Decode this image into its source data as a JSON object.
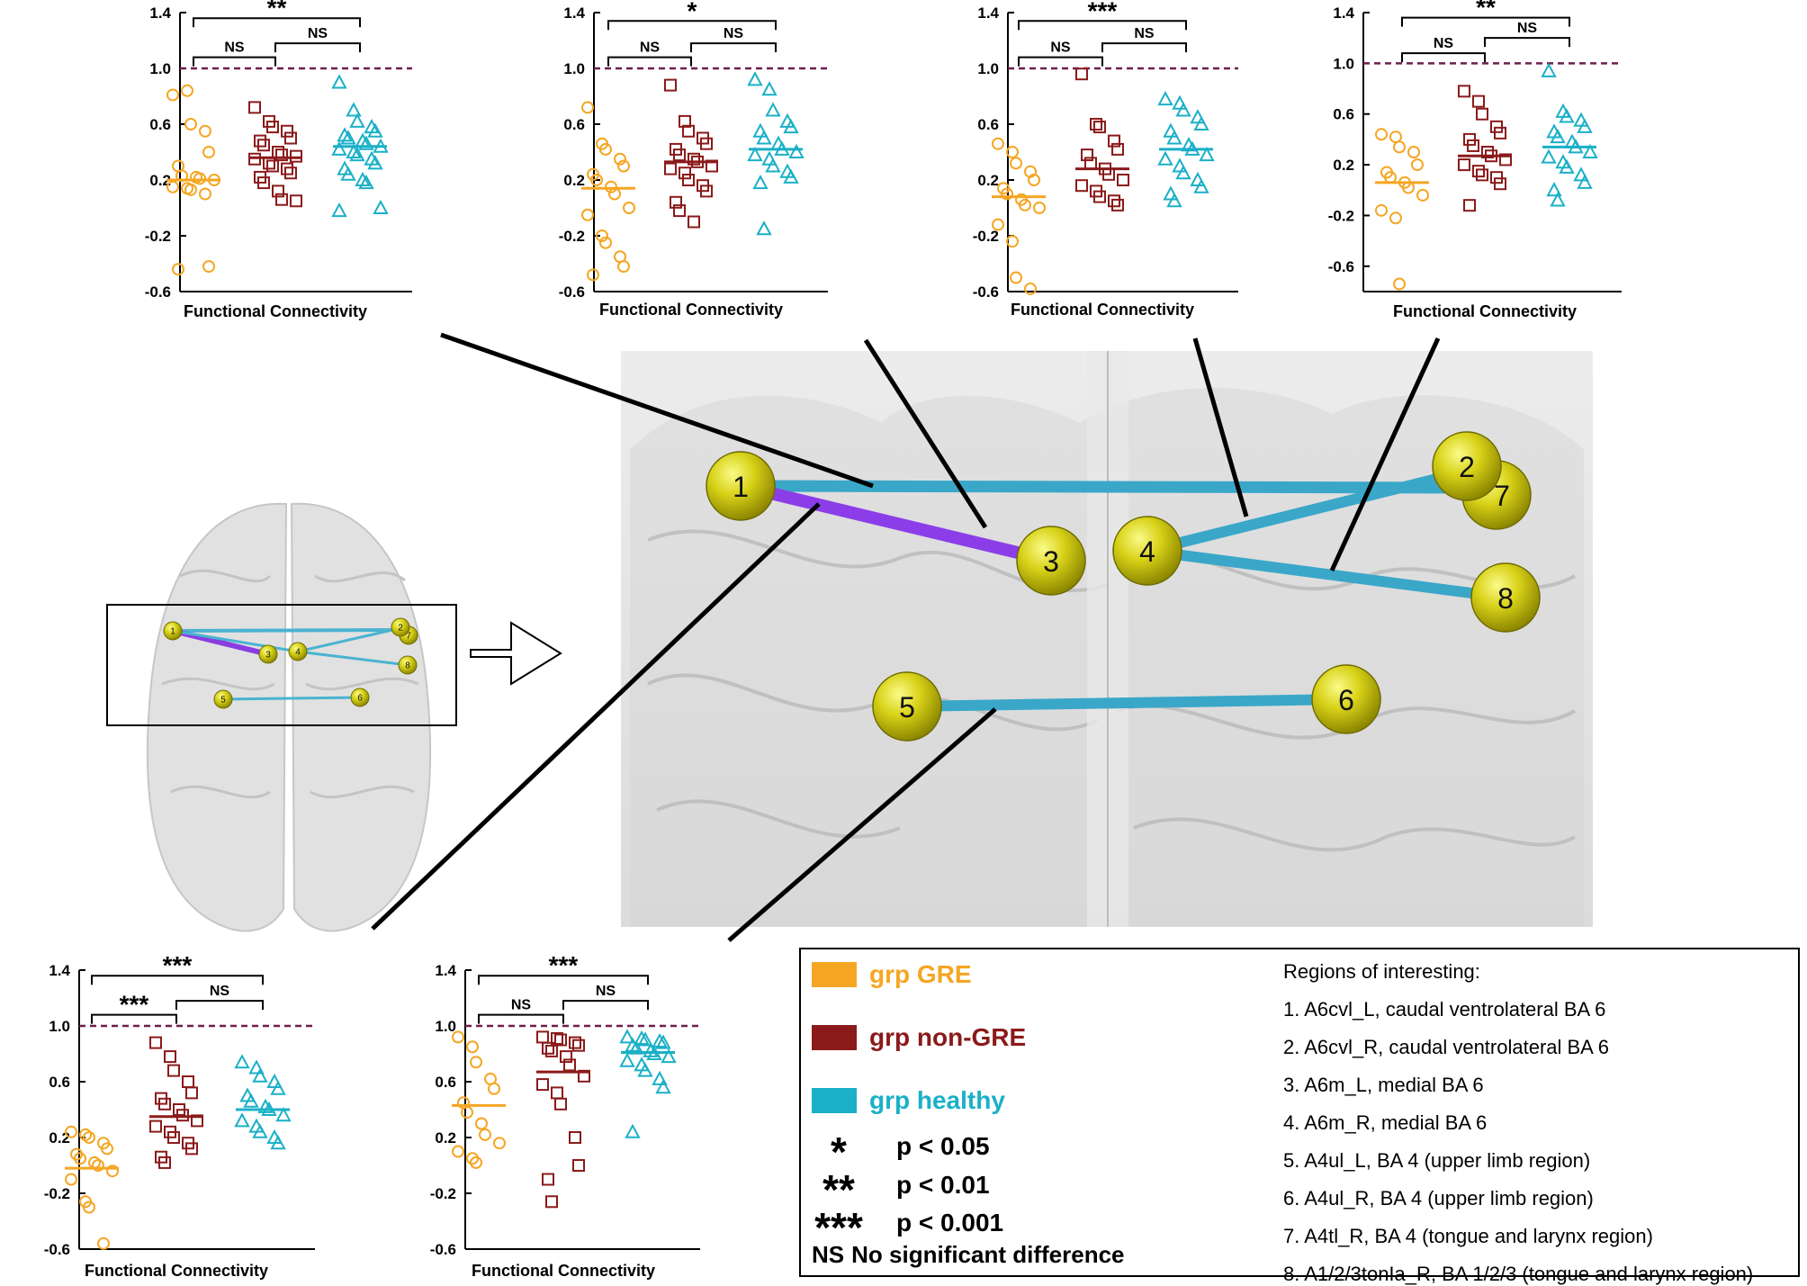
{
  "colors": {
    "gre": "#f5a623",
    "nongre": "#8b1a1a",
    "healthy": "#1ab0c7",
    "ref": "#6e1e4e"
  },
  "chart_data": [
    {
      "type": "scatter",
      "xlabel": "Functional Connectivity",
      "ylim": [
        -0.6,
        1.4
      ],
      "yticks": [
        "1.4",
        "1.0",
        "0.6",
        "0.2",
        "-0.2",
        "-0.6"
      ],
      "reference_line": 1.0,
      "series": [
        {
          "name": "grp GRE",
          "median": 0.2,
          "values": [
            0.81,
            0.84,
            0.6,
            0.55,
            0.4,
            0.3,
            0.23,
            0.22,
            0.21,
            0.2,
            0.15,
            0.14,
            0.13,
            0.1,
            -0.42,
            -0.44
          ]
        },
        {
          "name": "grp non-GRE",
          "median": 0.36,
          "values": [
            0.72,
            0.62,
            0.58,
            0.55,
            0.5,
            0.48,
            0.45,
            0.4,
            0.38,
            0.37,
            0.35,
            0.32,
            0.3,
            0.28,
            0.25,
            0.22,
            0.18,
            0.12,
            0.06,
            0.05
          ]
        },
        {
          "name": "grp healthy",
          "median": 0.44,
          "values": [
            0.9,
            0.7,
            0.62,
            0.58,
            0.55,
            0.52,
            0.5,
            0.48,
            0.46,
            0.44,
            0.42,
            0.4,
            0.38,
            0.35,
            0.32,
            0.28,
            0.24,
            0.2,
            0.18,
            0.0,
            -0.02
          ]
        }
      ],
      "brackets": [
        {
          "from": 0,
          "to": 2,
          "label": "**",
          "level": 1.36
        },
        {
          "from": 0,
          "to": 1,
          "label": "NS",
          "level": 1.08
        },
        {
          "from": 1,
          "to": 2,
          "label": "NS",
          "level": 1.18
        }
      ]
    },
    {
      "type": "scatter",
      "xlabel": "Functional Connectivity",
      "ylim": [
        -0.6,
        1.4
      ],
      "yticks": [
        "1.4",
        "1.0",
        "0.6",
        "0.2",
        "-0.2",
        "-0.6"
      ],
      "reference_line": 1.0,
      "series": [
        {
          "name": "grp GRE",
          "median": 0.14,
          "values": [
            0.72,
            0.46,
            0.42,
            0.35,
            0.3,
            0.24,
            0.2,
            0.15,
            0.1,
            0.0,
            -0.05,
            -0.2,
            -0.25,
            -0.35,
            -0.42,
            -0.48
          ]
        },
        {
          "name": "grp non-GRE",
          "median": 0.33,
          "values": [
            0.88,
            0.62,
            0.55,
            0.5,
            0.46,
            0.42,
            0.38,
            0.35,
            0.33,
            0.3,
            0.28,
            0.25,
            0.2,
            0.16,
            0.12,
            0.04,
            -0.02,
            -0.1
          ]
        },
        {
          "name": "grp healthy",
          "median": 0.42,
          "values": [
            0.92,
            0.85,
            0.7,
            0.62,
            0.58,
            0.55,
            0.5,
            0.46,
            0.42,
            0.4,
            0.38,
            0.35,
            0.3,
            0.26,
            0.22,
            0.18,
            -0.15
          ]
        }
      ],
      "brackets": [
        {
          "from": 0,
          "to": 2,
          "label": "*",
          "level": 1.34
        },
        {
          "from": 0,
          "to": 1,
          "label": "NS",
          "level": 1.08
        },
        {
          "from": 1,
          "to": 2,
          "label": "NS",
          "level": 1.18
        }
      ]
    },
    {
      "type": "scatter",
      "xlabel": "Functional Connectivity",
      "ylim": [
        -0.6,
        1.4
      ],
      "yticks": [
        "1.4",
        "1.0",
        "0.6",
        "0.2",
        "-0.2",
        "-0.6"
      ],
      "reference_line": 1.0,
      "series": [
        {
          "name": "grp GRE",
          "median": 0.08,
          "values": [
            0.46,
            0.4,
            0.32,
            0.26,
            0.2,
            0.14,
            0.1,
            0.06,
            0.02,
            0.0,
            -0.12,
            -0.24,
            -0.5,
            -0.58
          ]
        },
        {
          "name": "grp non-GRE",
          "median": 0.28,
          "values": [
            0.96,
            0.6,
            0.58,
            0.48,
            0.42,
            0.38,
            0.32,
            0.28,
            0.24,
            0.2,
            0.16,
            0.12,
            0.08,
            0.05,
            0.02
          ]
        },
        {
          "name": "grp healthy",
          "median": 0.42,
          "values": [
            0.78,
            0.75,
            0.7,
            0.65,
            0.6,
            0.55,
            0.5,
            0.45,
            0.42,
            0.38,
            0.35,
            0.3,
            0.25,
            0.2,
            0.15,
            0.1,
            0.05
          ]
        }
      ],
      "brackets": [
        {
          "from": 0,
          "to": 2,
          "label": "***",
          "level": 1.34
        },
        {
          "from": 0,
          "to": 1,
          "label": "NS",
          "level": 1.08
        },
        {
          "from": 1,
          "to": 2,
          "label": "NS",
          "level": 1.18
        }
      ]
    },
    {
      "type": "scatter",
      "xlabel": "Functional Connectivity",
      "ylim": [
        -0.8,
        1.4
      ],
      "yticks": [
        "1.4",
        "1.0",
        "0.6",
        "0.2",
        "-0.2",
        "-0.6"
      ],
      "reference_line": 1.0,
      "series": [
        {
          "name": "grp GRE",
          "median": 0.06,
          "values": [
            0.44,
            0.42,
            0.34,
            0.3,
            0.2,
            0.14,
            0.1,
            0.06,
            0.02,
            -0.04,
            -0.16,
            -0.22,
            -0.74
          ]
        },
        {
          "name": "grp non-GRE",
          "median": 0.27,
          "values": [
            0.78,
            0.7,
            0.6,
            0.5,
            0.45,
            0.4,
            0.35,
            0.3,
            0.27,
            0.24,
            0.2,
            0.15,
            0.12,
            0.1,
            0.05,
            -0.12
          ]
        },
        {
          "name": "grp healthy",
          "median": 0.34,
          "values": [
            0.94,
            0.62,
            0.58,
            0.55,
            0.5,
            0.46,
            0.42,
            0.38,
            0.34,
            0.3,
            0.26,
            0.22,
            0.18,
            0.12,
            0.06,
            0.0,
            -0.08
          ]
        }
      ],
      "brackets": [
        {
          "from": 0,
          "to": 2,
          "label": "**",
          "level": 1.36
        },
        {
          "from": 0,
          "to": 1,
          "label": "NS",
          "level": 1.08
        },
        {
          "from": 1,
          "to": 2,
          "label": "NS",
          "level": 1.2
        }
      ]
    },
    {
      "type": "scatter",
      "xlabel": "Functional Connectivity",
      "ylim": [
        -0.6,
        1.4
      ],
      "yticks": [
        "1.4",
        "1.0",
        "0.6",
        "0.2",
        "-0.2",
        "-0.6"
      ],
      "reference_line": 1.0,
      "series": [
        {
          "name": "grp GRE",
          "median": -0.02,
          "values": [
            0.24,
            0.22,
            0.2,
            0.16,
            0.12,
            0.08,
            0.05,
            0.02,
            0.0,
            -0.04,
            -0.1,
            -0.26,
            -0.3,
            -0.56
          ]
        },
        {
          "name": "grp non-GRE",
          "median": 0.35,
          "values": [
            0.88,
            0.78,
            0.68,
            0.6,
            0.52,
            0.48,
            0.44,
            0.4,
            0.36,
            0.32,
            0.28,
            0.24,
            0.2,
            0.16,
            0.12,
            0.06,
            0.02
          ]
        },
        {
          "name": "grp healthy",
          "median": 0.4,
          "values": [
            0.74,
            0.7,
            0.64,
            0.6,
            0.55,
            0.5,
            0.46,
            0.42,
            0.4,
            0.36,
            0.32,
            0.28,
            0.24,
            0.2,
            0.16
          ]
        }
      ],
      "brackets": [
        {
          "from": 0,
          "to": 2,
          "label": "***",
          "level": 1.36
        },
        {
          "from": 0,
          "to": 1,
          "label": "***",
          "level": 1.08
        },
        {
          "from": 1,
          "to": 2,
          "label": "NS",
          "level": 1.18
        }
      ]
    },
    {
      "type": "scatter",
      "xlabel": "Functional Connectivity",
      "ylim": [
        -0.6,
        1.4
      ],
      "yticks": [
        "1.4",
        "1.0",
        "0.6",
        "0.2",
        "-0.2",
        "-0.6"
      ],
      "reference_line": 1.0,
      "series": [
        {
          "name": "grp GRE",
          "median": 0.43,
          "values": [
            0.92,
            0.85,
            0.74,
            0.62,
            0.55,
            0.45,
            0.38,
            0.3,
            0.22,
            0.16,
            0.1,
            0.05,
            0.02
          ]
        },
        {
          "name": "grp non-GRE",
          "median": 0.67,
          "values": [
            0.92,
            0.91,
            0.9,
            0.88,
            0.86,
            0.84,
            0.82,
            0.78,
            0.72,
            0.64,
            0.58,
            0.52,
            0.44,
            0.2,
            0.0,
            -0.1,
            -0.26
          ]
        },
        {
          "name": "grp healthy",
          "median": 0.81,
          "values": [
            0.92,
            0.91,
            0.9,
            0.89,
            0.88,
            0.86,
            0.84,
            0.82,
            0.8,
            0.78,
            0.75,
            0.72,
            0.68,
            0.62,
            0.56,
            0.24
          ]
        }
      ],
      "brackets": [
        {
          "from": 0,
          "to": 2,
          "label": "***",
          "level": 1.36
        },
        {
          "from": 0,
          "to": 1,
          "label": "NS",
          "level": 1.08
        },
        {
          "from": 1,
          "to": 2,
          "label": "NS",
          "level": 1.18
        }
      ]
    }
  ],
  "nodes": [
    {
      "id": "1",
      "label": "1"
    },
    {
      "id": "2",
      "label": "2"
    },
    {
      "id": "3",
      "label": "3"
    },
    {
      "id": "4",
      "label": "4"
    },
    {
      "id": "5",
      "label": "5"
    },
    {
      "id": "6",
      "label": "6"
    },
    {
      "id": "7",
      "label": "7"
    },
    {
      "id": "8",
      "label": "8"
    }
  ],
  "legend": {
    "groups": [
      {
        "label": "grp GRE",
        "color": "#f5a623"
      },
      {
        "label": "grp non-GRE",
        "color": "#8b1a1a"
      },
      {
        "label": "grp healthy",
        "color": "#1ab0c7"
      }
    ],
    "significance": [
      {
        "symbol": "*",
        "text": "p < 0.05"
      },
      {
        "symbol": "**",
        "text": "p < 0.01"
      },
      {
        "symbol": "***",
        "text": "p < 0.001"
      }
    ],
    "ns_symbol": "NS",
    "ns_text": "No significant difference",
    "regions_title": "Regions of interesting:",
    "regions": [
      "1. A6cvl_L, caudal ventrolateral BA 6",
      "2. A6cvl_R, caudal ventrolateral BA 6",
      "3. A6m_L, medial BA 6",
      "4. A6m_R, medial BA 6",
      "5. A4ul_L, BA 4 (upper limb region)",
      "6. A4ul_R, BA 4 (upper limb region)",
      "7. A4tl_R, BA 4 (tongue and larynx region)",
      "8. A1/2/3tonIa_R, BA 1/2/3 (tongue and larynx region)"
    ]
  }
}
